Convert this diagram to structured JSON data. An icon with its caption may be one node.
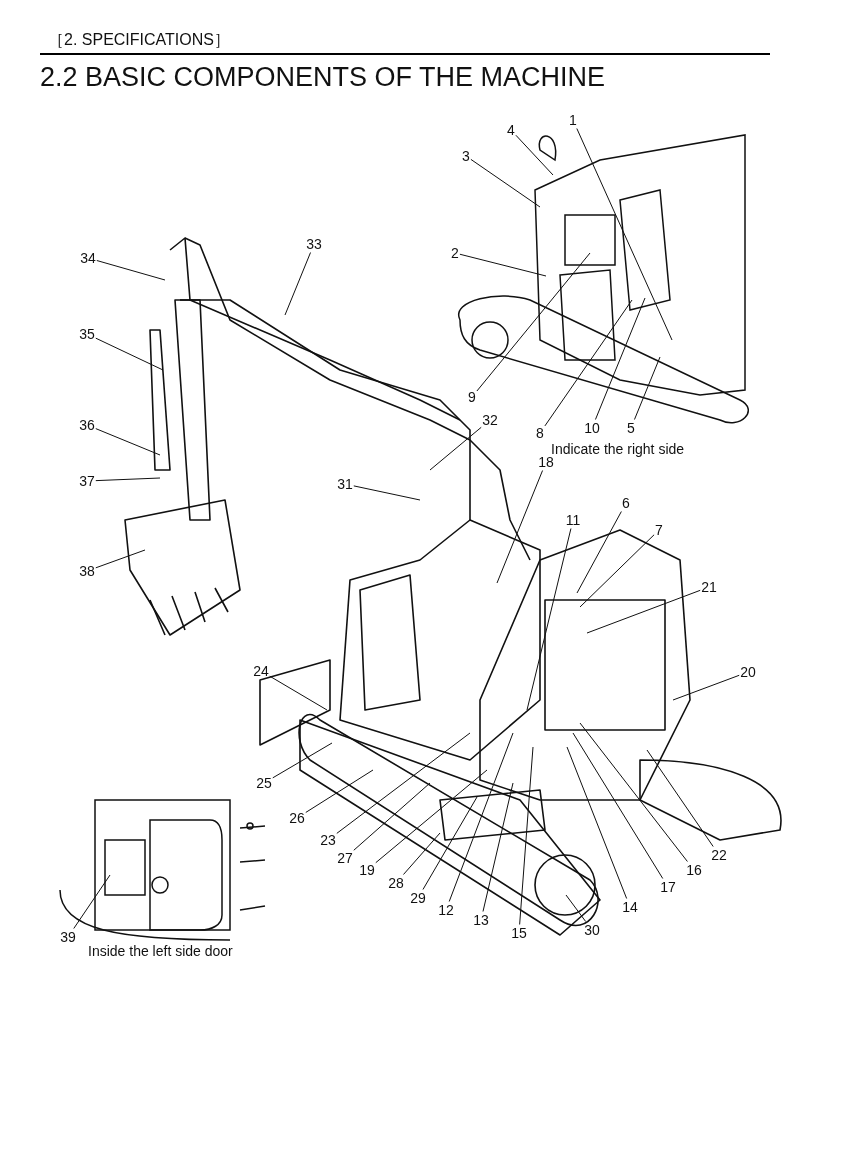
{
  "diagram": {
    "title": "2.2 BASIC COMPONENTS OF THE MACHINE",
    "nodes": [
      {
        "text": [
          "1"
        ]
      },
      {
        "text": [
          "2"
        ]
      },
      {
        "text": [
          "3"
        ]
      },
      {
        "text": [
          "4"
        ]
      },
      {
        "text": [
          "5"
        ]
      },
      {
        "text": [
          "6"
        ]
      },
      {
        "text": [
          "7"
        ]
      },
      {
        "text": [
          "8"
        ]
      },
      {
        "text": [
          "9"
        ]
      },
      {
        "text": [
          "10"
        ]
      },
      {
        "text": [
          "11"
        ]
      },
      {
        "text": [
          "12"
        ]
      },
      {
        "text": [
          "13"
        ]
      },
      {
        "text": [
          "14"
        ]
      },
      {
        "text": [
          "15"
        ]
      },
      {
        "text": [
          "16"
        ]
      },
      {
        "text": [
          "17"
        ]
      },
      {
        "text": [
          "18"
        ]
      },
      {
        "text": [
          "19"
        ]
      },
      {
        "text": [
          "20"
        ]
      },
      {
        "text": [
          "21"
        ]
      },
      {
        "text": [
          "22"
        ]
      },
      {
        "text": [
          "23"
        ]
      },
      {
        "text": [
          "24"
        ]
      },
      {
        "text": [
          "25"
        ]
      },
      {
        "text": [
          "26"
        ]
      },
      {
        "text": [
          "27"
        ]
      },
      {
        "text": [
          "28"
        ]
      },
      {
        "text": [
          "29"
        ]
      },
      {
        "text": [
          "30"
        ]
      },
      {
        "text": [
          "31"
        ]
      },
      {
        "text": [
          "32"
        ]
      },
      {
        "text": [
          "33"
        ]
      },
      {
        "text": [
          "34"
        ]
      },
      {
        "text": [
          "35"
        ]
      },
      {
        "text": [
          "36"
        ]
      },
      {
        "text": [
          "37"
        ]
      },
      {
        "text": [
          "38"
        ]
      },
      {
        "text": [
          "39"
        ]
      }
    ],
    "edges": [
      {
        "from": 0,
        "to": null,
        "arrow": "none"
      },
      {
        "from": 1,
        "to": null,
        "arrow": "none"
      },
      {
        "from": 2,
        "to": null,
        "arrow": "none"
      },
      {
        "from": 3,
        "to": null,
        "arrow": "none"
      },
      {
        "from": 4,
        "to": null,
        "arrow": "none"
      },
      {
        "from": 5,
        "to": null,
        "arrow": "none"
      },
      {
        "from": 6,
        "to": null,
        "arrow": "none"
      },
      {
        "from": 7,
        "to": null,
        "arrow": "none"
      },
      {
        "from": 8,
        "to": null,
        "arrow": "none"
      },
      {
        "from": 9,
        "to": null,
        "arrow": "none"
      },
      {
        "from": 10,
        "to": null,
        "arrow": "none"
      },
      {
        "from": 11,
        "to": null,
        "arrow": "none"
      },
      {
        "from": 12,
        "to": null,
        "arrow": "none"
      },
      {
        "from": 13,
        "to": null,
        "arrow": "none"
      },
      {
        "from": 14,
        "to": null,
        "arrow": "none"
      },
      {
        "from": 15,
        "to": null,
        "arrow": "none"
      },
      {
        "from": 16,
        "to": null,
        "arrow": "none"
      },
      {
        "from": 17,
        "to": null,
        "arrow": "none"
      },
      {
        "from": 18,
        "to": null,
        "arrow": "none"
      },
      {
        "from": 19,
        "to": null,
        "arrow": "none"
      },
      {
        "from": 20,
        "to": null,
        "arrow": "none"
      },
      {
        "from": 21,
        "to": null,
        "arrow": "none"
      },
      {
        "from": 22,
        "to": null,
        "arrow": "none"
      },
      {
        "from": 23,
        "to": null,
        "arrow": "none"
      },
      {
        "from": 24,
        "to": null,
        "arrow": "none"
      },
      {
        "from": 25,
        "to": null,
        "arrow": "none"
      },
      {
        "from": 26,
        "to": null,
        "arrow": "none"
      },
      {
        "from": 27,
        "to": null,
        "arrow": "none"
      },
      {
        "from": 28,
        "to": null,
        "arrow": "none"
      },
      {
        "from": 29,
        "to": null,
        "arrow": "none"
      },
      {
        "from": 30,
        "to": null,
        "arrow": "none"
      },
      {
        "from": 31,
        "to": null,
        "arrow": "none"
      },
      {
        "from": 32,
        "to": null,
        "arrow": "none"
      },
      {
        "from": 33,
        "to": null,
        "arrow": "none"
      },
      {
        "from": 34,
        "to": null,
        "arrow": "none"
      },
      {
        "from": 35,
        "to": null,
        "arrow": "none"
      },
      {
        "from": 36,
        "to": null,
        "arrow": "none"
      },
      {
        "from": 37,
        "to": null,
        "arrow": "none"
      },
      {
        "from": 38,
        "to": null,
        "arrow": "none"
      }
    ],
    "labels": [
      "［2. SPECIFICATIONS］",
      "Indicate the right side",
      "Inside the left side door"
    ]
  }
}
